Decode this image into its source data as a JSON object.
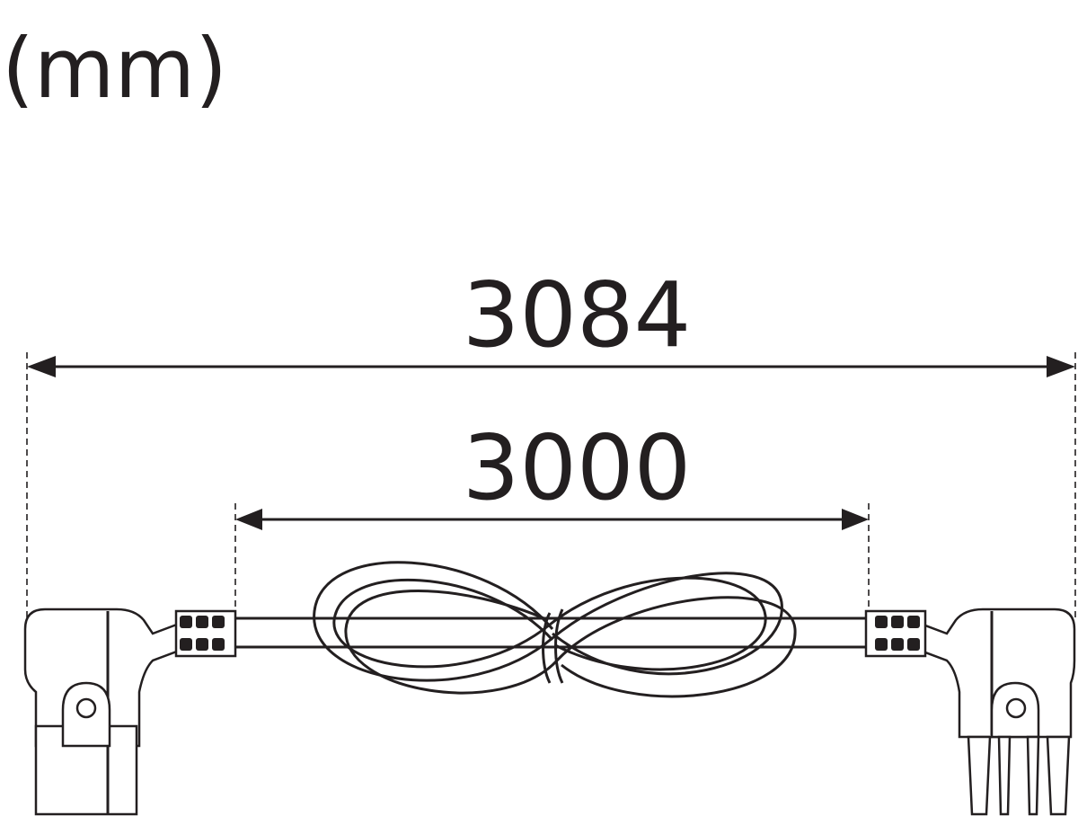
{
  "unit_label": "(mm)",
  "dimensions": {
    "overall_length": "3084",
    "cable_length": "3000"
  },
  "colors": {
    "line": "#231f20",
    "background": "#ffffff"
  }
}
